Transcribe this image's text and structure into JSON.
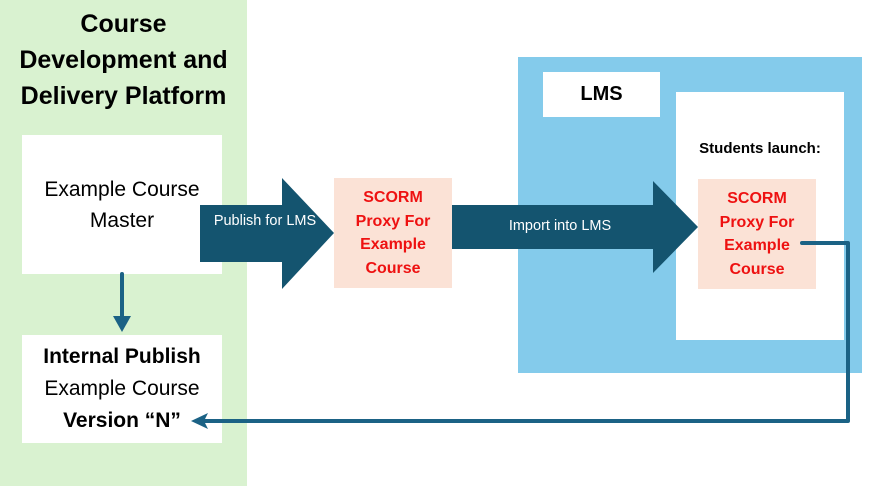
{
  "platform": {
    "title_lines": [
      "Course",
      "Development and",
      "Delivery Platform"
    ],
    "master_box": {
      "lines": [
        "Example Course",
        "Master"
      ]
    },
    "internal_publish_box": {
      "title": "Internal Publish",
      "line2": "Example Course",
      "line3": "Version “N”"
    }
  },
  "arrows": {
    "publish": {
      "label": "Publish for LMS"
    },
    "import": {
      "label": "Import into LMS"
    }
  },
  "scorm_proxy": {
    "lines": [
      "SCORM",
      "Proxy For",
      "Example",
      "Course"
    ]
  },
  "lms": {
    "label": "LMS",
    "students_label": "Students launch:"
  },
  "colors": {
    "platform_bg": "#d9f2d0",
    "lms_bg": "#84cbeb",
    "arrow": "#14546f",
    "connector": "#1b6285",
    "scorm_bg": "#fbe2d6",
    "scorm_text": "#ee1111"
  }
}
